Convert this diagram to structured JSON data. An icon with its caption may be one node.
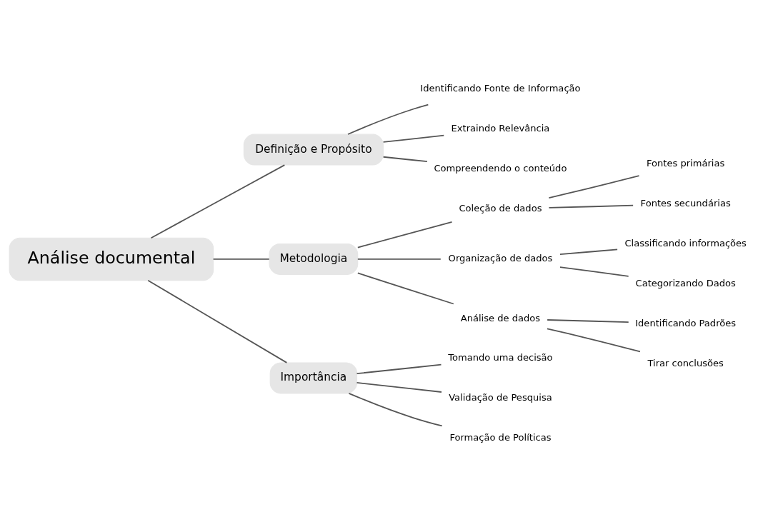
{
  "diagram": {
    "nodes": [
      {
        "text": [
          "Análise documental"
        ]
      },
      {
        "text": [
          "Definição e Propósito"
        ]
      },
      {
        "text": [
          "Identificando Fonte de Informação"
        ]
      },
      {
        "text": [
          "Extraindo Relevância"
        ]
      },
      {
        "text": [
          "Compreendendo o conteúdo"
        ]
      },
      {
        "text": [
          "Metodologia"
        ]
      },
      {
        "text": [
          "Coleção de dados"
        ]
      },
      {
        "text": [
          "Fontes primárias"
        ]
      },
      {
        "text": [
          "Fontes secundárias"
        ]
      },
      {
        "text": [
          "Organização de dados"
        ]
      },
      {
        "text": [
          "Classificando informações"
        ]
      },
      {
        "text": [
          "Categorizando Dados"
        ]
      },
      {
        "text": [
          "Análise de dados"
        ]
      },
      {
        "text": [
          "Identificando Padrões"
        ]
      },
      {
        "text": [
          "Tirar conclusões"
        ]
      },
      {
        "text": [
          "Importância"
        ]
      },
      {
        "text": [
          "Tomando uma decisão"
        ]
      },
      {
        "text": [
          "Validação de Pesquisa"
        ]
      },
      {
        "text": [
          "Formação de Políticas"
        ]
      }
    ],
    "edges": [
      {
        "from": 0,
        "to": 1,
        "arrow": "none"
      },
      {
        "from": 1,
        "to": 2,
        "arrow": "none"
      },
      {
        "from": 1,
        "to": 3,
        "arrow": "none"
      },
      {
        "from": 1,
        "to": 4,
        "arrow": "none"
      },
      {
        "from": 0,
        "to": 5,
        "arrow": "none"
      },
      {
        "from": 5,
        "to": 6,
        "arrow": "none"
      },
      {
        "from": 6,
        "to": 7,
        "arrow": "none"
      },
      {
        "from": 6,
        "to": 8,
        "arrow": "none"
      },
      {
        "from": 5,
        "to": 9,
        "arrow": "none"
      },
      {
        "from": 9,
        "to": 10,
        "arrow": "none"
      },
      {
        "from": 9,
        "to": 11,
        "arrow": "none"
      },
      {
        "from": 5,
        "to": 12,
        "arrow": "none"
      },
      {
        "from": 12,
        "to": 13,
        "arrow": "none"
      },
      {
        "from": 12,
        "to": 14,
        "arrow": "none"
      },
      {
        "from": 0,
        "to": 15,
        "arrow": "none"
      },
      {
        "from": 15,
        "to": 16,
        "arrow": "none"
      },
      {
        "from": 15,
        "to": 17,
        "arrow": "none"
      },
      {
        "from": 15,
        "to": 18,
        "arrow": "none"
      }
    ]
  }
}
